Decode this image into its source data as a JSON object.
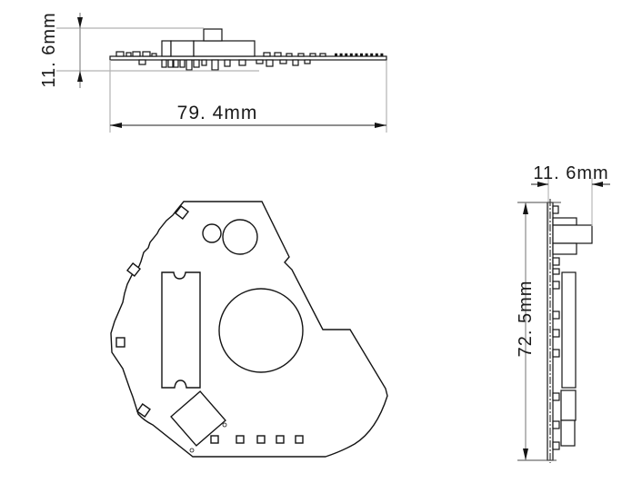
{
  "drawing": {
    "background": "#ffffff",
    "line_color": "#141414",
    "extension_line_color": "#b2b2b2",
    "dimension_line_color": "#8a8a8a",
    "text_color": "#1a1a1a"
  },
  "views": {
    "top_profile": {
      "height_label": "11. 6mm",
      "width_label": "79. 4mm"
    },
    "side_profile": {
      "width_label": "11. 6mm",
      "height_label": "72. 5mm"
    }
  }
}
